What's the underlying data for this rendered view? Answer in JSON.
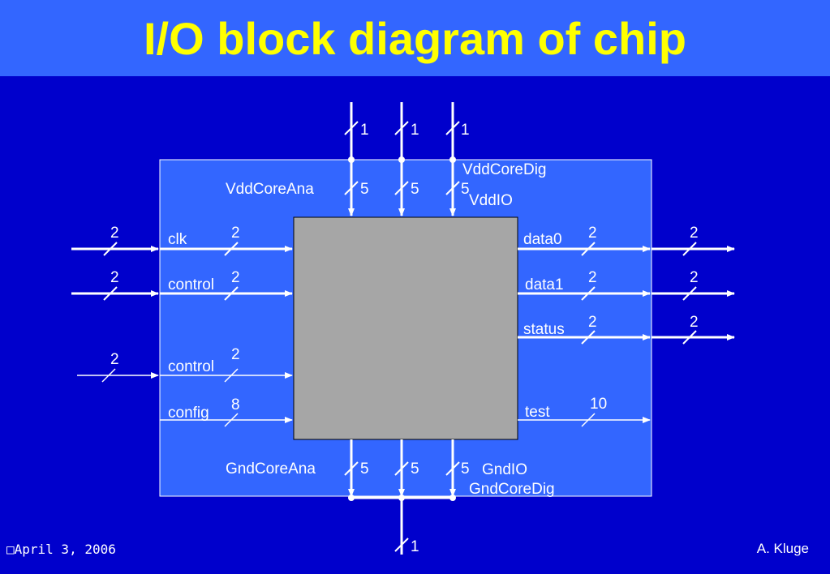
{
  "title": "I/O block diagram of chip",
  "footer": {
    "date": "□April 3, 2006",
    "author": "A. Kluge"
  },
  "labels": {
    "vdd_core_ana": "VddCoreAna",
    "vdd_core_dig": "VddCoreDig",
    "vdd_io": "VddIO",
    "gnd_core_ana": "GndCoreAna",
    "gnd_io": "GndIO",
    "gnd_core_dig": "GndCoreDig",
    "clk": "clk",
    "control1": "control",
    "control2": "control",
    "config": "config",
    "data0": "data0",
    "data1": "data1",
    "status": "status",
    "test": "test"
  },
  "bus_widths": {
    "top_outer": [
      "1",
      "1",
      "1"
    ],
    "top_inner": [
      "5",
      "5",
      "5"
    ],
    "bottom_inner": [
      "5",
      "5",
      "5"
    ],
    "bottom_outer": "1",
    "clk_outer": "2",
    "clk_inner": "2",
    "control1_outer": "2",
    "control1_inner": "2",
    "control2_outer": "2",
    "control2_inner": "2",
    "config_inner": "8",
    "data0_inner": "2",
    "data0_outer": "2",
    "data1_inner": "2",
    "data1_outer": "2",
    "status_inner": "2",
    "status_outer": "2",
    "test_inner": "10"
  },
  "colors": {
    "background": "#0000cc",
    "header": "#3366ff",
    "title": "#ffff00",
    "chip_outline": "#3366ff",
    "core_block": "#a6a6a6"
  }
}
